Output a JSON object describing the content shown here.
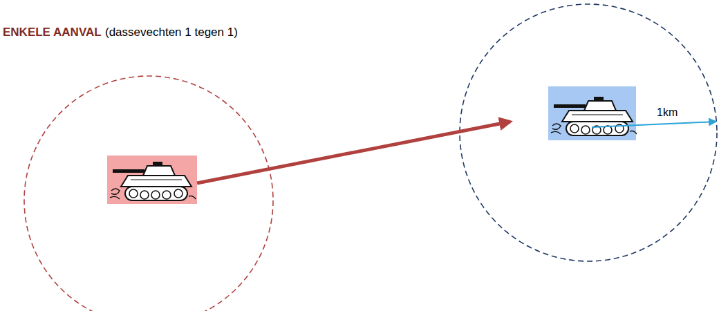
{
  "diagram": {
    "title": "ENKELE AANVAL",
    "labels": [
      "(dassevechten 1 tegen 1)",
      "1km"
    ]
  }
}
